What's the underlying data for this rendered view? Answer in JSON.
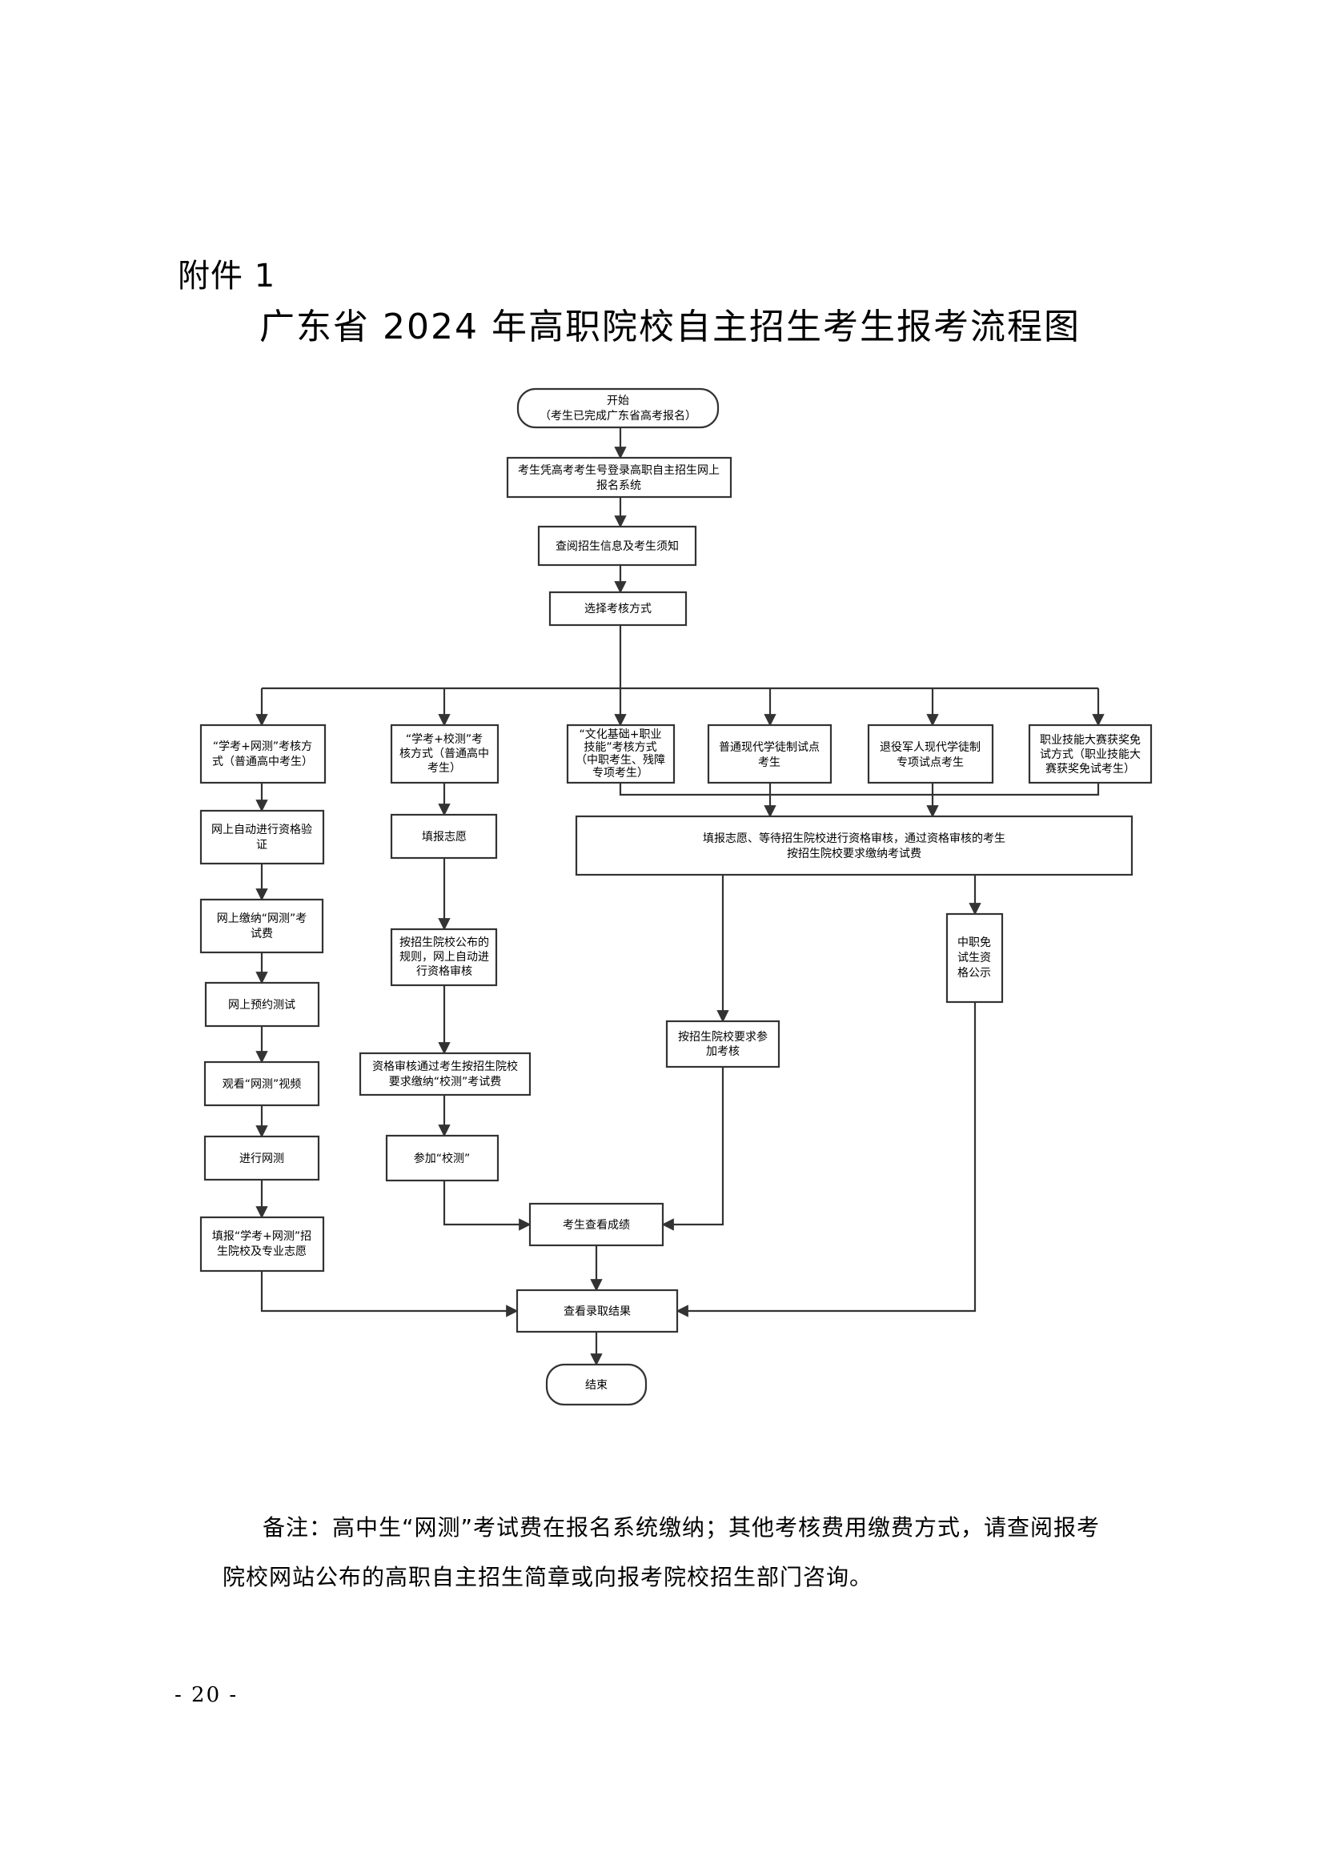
{
  "header": {
    "attachment": "附件 1",
    "title": "广东省 2024 年高职院校自主招生考生报考流程图"
  },
  "nodes": {
    "start": [
      "开始",
      "（考生已完成广东省高考报名）"
    ],
    "login": [
      "考生凭高考考生号登录高职自主招生网上",
      "报名系统"
    ],
    "view_info": [
      "查阅招生信息及考生须知"
    ],
    "choose_method": [
      "选择考核方式"
    ],
    "xk_wc": [
      "“学考+网测”考核方",
      "式（普通高中考生）"
    ],
    "xk_xc": [
      "“学考+校测”考",
      "核方式（普通高中",
      "考生）"
    ],
    "wenhua": [
      "“文化基础+职业",
      "技能”考核方式",
      "（中职考生、残障",
      "专项考生）"
    ],
    "putong": [
      "普通现代学徒制试点",
      "考生"
    ],
    "tuiyi": [
      "退役军人现代学徒制",
      "专项试点考生"
    ],
    "zhiye": [
      "职业技能大赛获奖免",
      "试方式（职业技能大",
      "赛获奖免试考生）"
    ],
    "auto_verify": [
      "网上自动进行资格验",
      "证"
    ],
    "pay_wc": [
      "网上缴纳“网测”考",
      "试费"
    ],
    "book_test": [
      "网上预约测试"
    ],
    "watch_video": [
      "观看“网测”视频"
    ],
    "do_test": [
      "进行网测"
    ],
    "fill_wc": [
      "填报“学考+网测”招",
      "生院校及专业志愿"
    ],
    "fill_zy": [
      "填报志愿"
    ],
    "rule_review": [
      "按招生院校公布的",
      "规则，网上自动进",
      "行资格审核"
    ],
    "pay_xc": [
      "资格审核通过考生按招生院校",
      "要求缴纳“校测”考试费"
    ],
    "join_xc": [
      "参加“校测”"
    ],
    "fill_wait": [
      "填报志愿、等待招生院校进行资格审核，通过资格审核的考生",
      "按招生院校要求缴纳考试费"
    ],
    "join_exam": [
      "按招生院校要求参",
      "加考核"
    ],
    "publicity": [
      "中职免",
      "试生资",
      "格公示"
    ],
    "check_score": [
      "考生查看成绩"
    ],
    "check_result": [
      "查看录取结果"
    ],
    "end": [
      "结束"
    ]
  },
  "note": {
    "line1": "备注：高中生“网测”考试费在报名系统缴纳；其他考核费用缴费方式，请查阅报考",
    "line2": "院校网站公布的高职自主招生简章或向报考院校招生部门咨询。"
  },
  "page_number": "- 20 -"
}
